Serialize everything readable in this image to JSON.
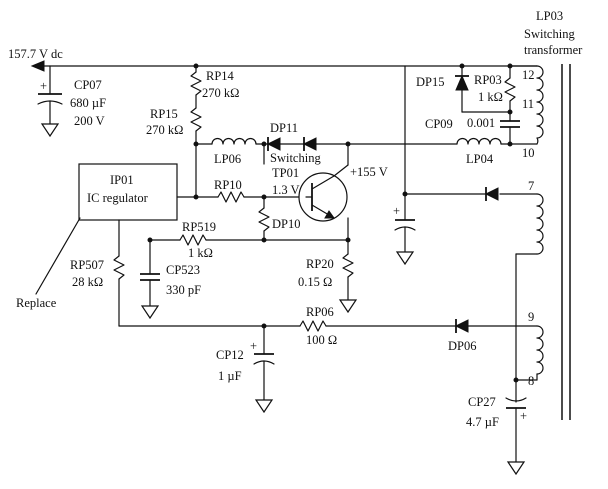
{
  "supply": {
    "label": "157.7 V dc"
  },
  "transformer": {
    "ref": "LP03",
    "name_line1": "Switching",
    "name_line2": "transformer",
    "pin12": "12",
    "pin11": "11",
    "pin10": "10",
    "pin7": "7",
    "pin9": "9",
    "pin8": "8"
  },
  "ic": {
    "ref": "IP01",
    "name": "IC regulator",
    "callout": "Replace"
  },
  "transistor": {
    "line1": "Switching",
    "line2": "TP01",
    "line3": "1.3 V",
    "collector_voltage": "+155 V"
  },
  "components": {
    "cp07": {
      "ref": "CP07",
      "value1": "680 µF",
      "value2": "200 V"
    },
    "rp14": {
      "ref": "RP14",
      "value": "270 kΩ"
    },
    "rp15": {
      "ref": "RP15",
      "value": "270 kΩ"
    },
    "lp06": {
      "ref": "LP06"
    },
    "dp11": {
      "ref": "DP11"
    },
    "lp04": {
      "ref": "LP04"
    },
    "dp15": {
      "ref": "DP15"
    },
    "rp03": {
      "ref": "RP03",
      "value": "1 kΩ"
    },
    "cp09": {
      "ref": "CP09",
      "value": "0.001"
    },
    "rp10": {
      "ref": "RP10"
    },
    "dp10": {
      "ref": "DP10"
    },
    "rp519": {
      "ref": "RP519",
      "value": "1 kΩ"
    },
    "cp523": {
      "ref": "CP523",
      "value": "330 pF"
    },
    "rp507": {
      "ref": "RP507",
      "value": "28 kΩ"
    },
    "rp20": {
      "ref": "RP20",
      "value": "0.15 Ω"
    },
    "rp06": {
      "ref": "RP06",
      "value": "100 Ω"
    },
    "dp06": {
      "ref": "DP06"
    },
    "cp12": {
      "ref": "CP12",
      "value": "1 µF"
    },
    "cp27": {
      "ref": "CP27",
      "value": "4.7 µF"
    }
  },
  "polarity": {
    "plus": "+"
  }
}
